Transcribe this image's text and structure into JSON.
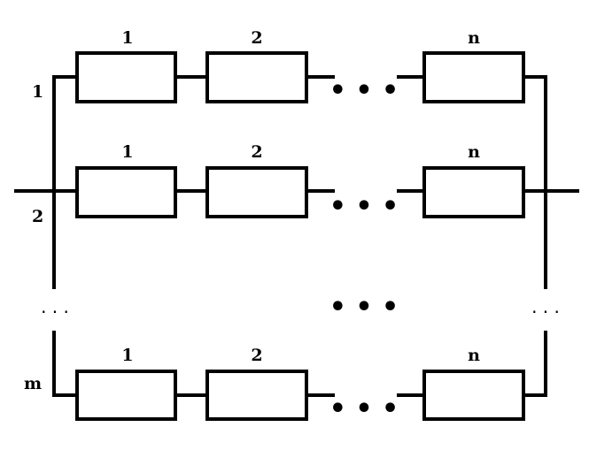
{
  "diagram": {
    "rows": [
      {
        "row_label": "1",
        "element_labels": [
          "1",
          "2",
          "n"
        ],
        "ellipsis": "• • •"
      },
      {
        "row_label": "2",
        "element_labels": [
          "1",
          "2",
          "n"
        ],
        "ellipsis": "• • •"
      },
      {
        "row_label": "m",
        "element_labels": [
          "1",
          "2",
          "n"
        ],
        "ellipsis": "• • •"
      }
    ],
    "gap_ellipsis_left": ". . .",
    "gap_ellipsis_middle": "• • •",
    "gap_ellipsis_right": ". . ."
  }
}
